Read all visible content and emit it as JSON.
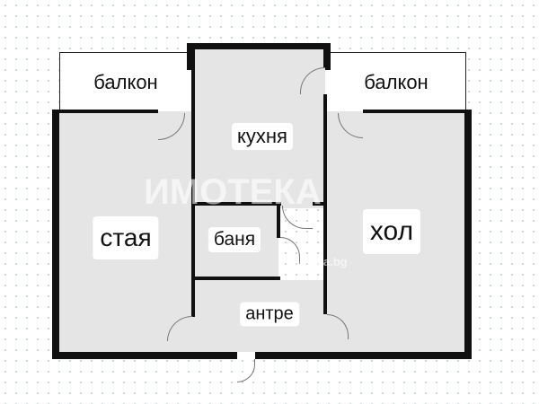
{
  "rooms": {
    "balcony_left": "балкон",
    "balcony_right": "балкон",
    "kitchen": "кухня",
    "bedroom": "стая",
    "bathroom": "баня",
    "living": "хол",
    "hallway": "антре"
  },
  "watermark": {
    "logo": "ИМОТЕКА",
    "site": "imoteka.bg"
  }
}
